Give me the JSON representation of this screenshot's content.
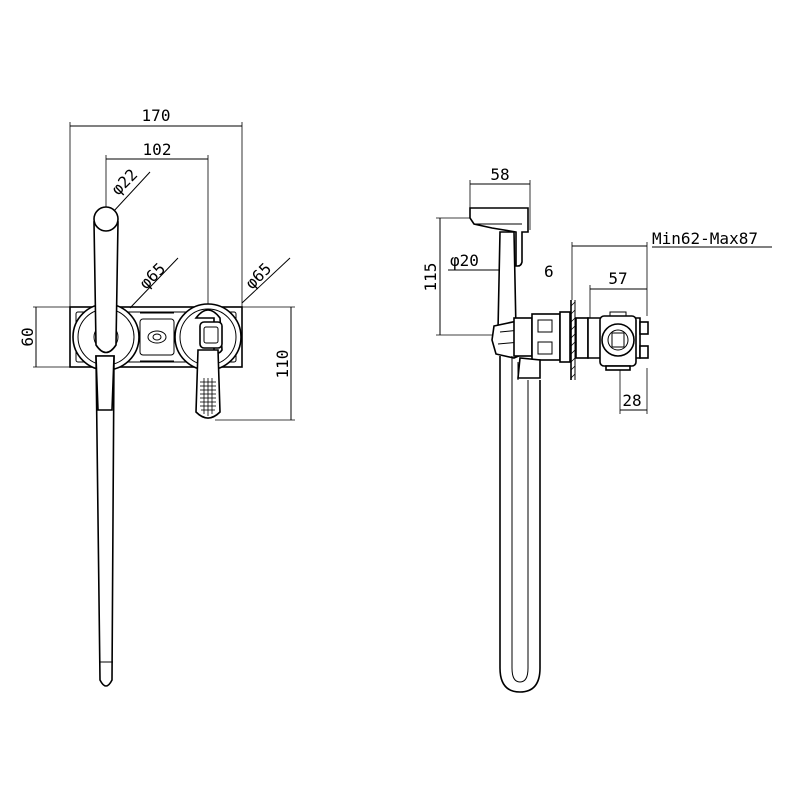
{
  "dimensions": {
    "front_width_overall": "170",
    "front_spacing": "102",
    "dia_handle_top": "φ22",
    "dia_left_cover": "φ65",
    "dia_right_cover": "φ65",
    "plate_height": "60",
    "depth_below": "110",
    "side_head_width": "58",
    "side_head_height": "115",
    "side_dia_hose": "φ20",
    "side_wall_gap": "6",
    "side_range": "Min62-Max87",
    "side_box_width": "57",
    "side_box_offset": "28"
  }
}
